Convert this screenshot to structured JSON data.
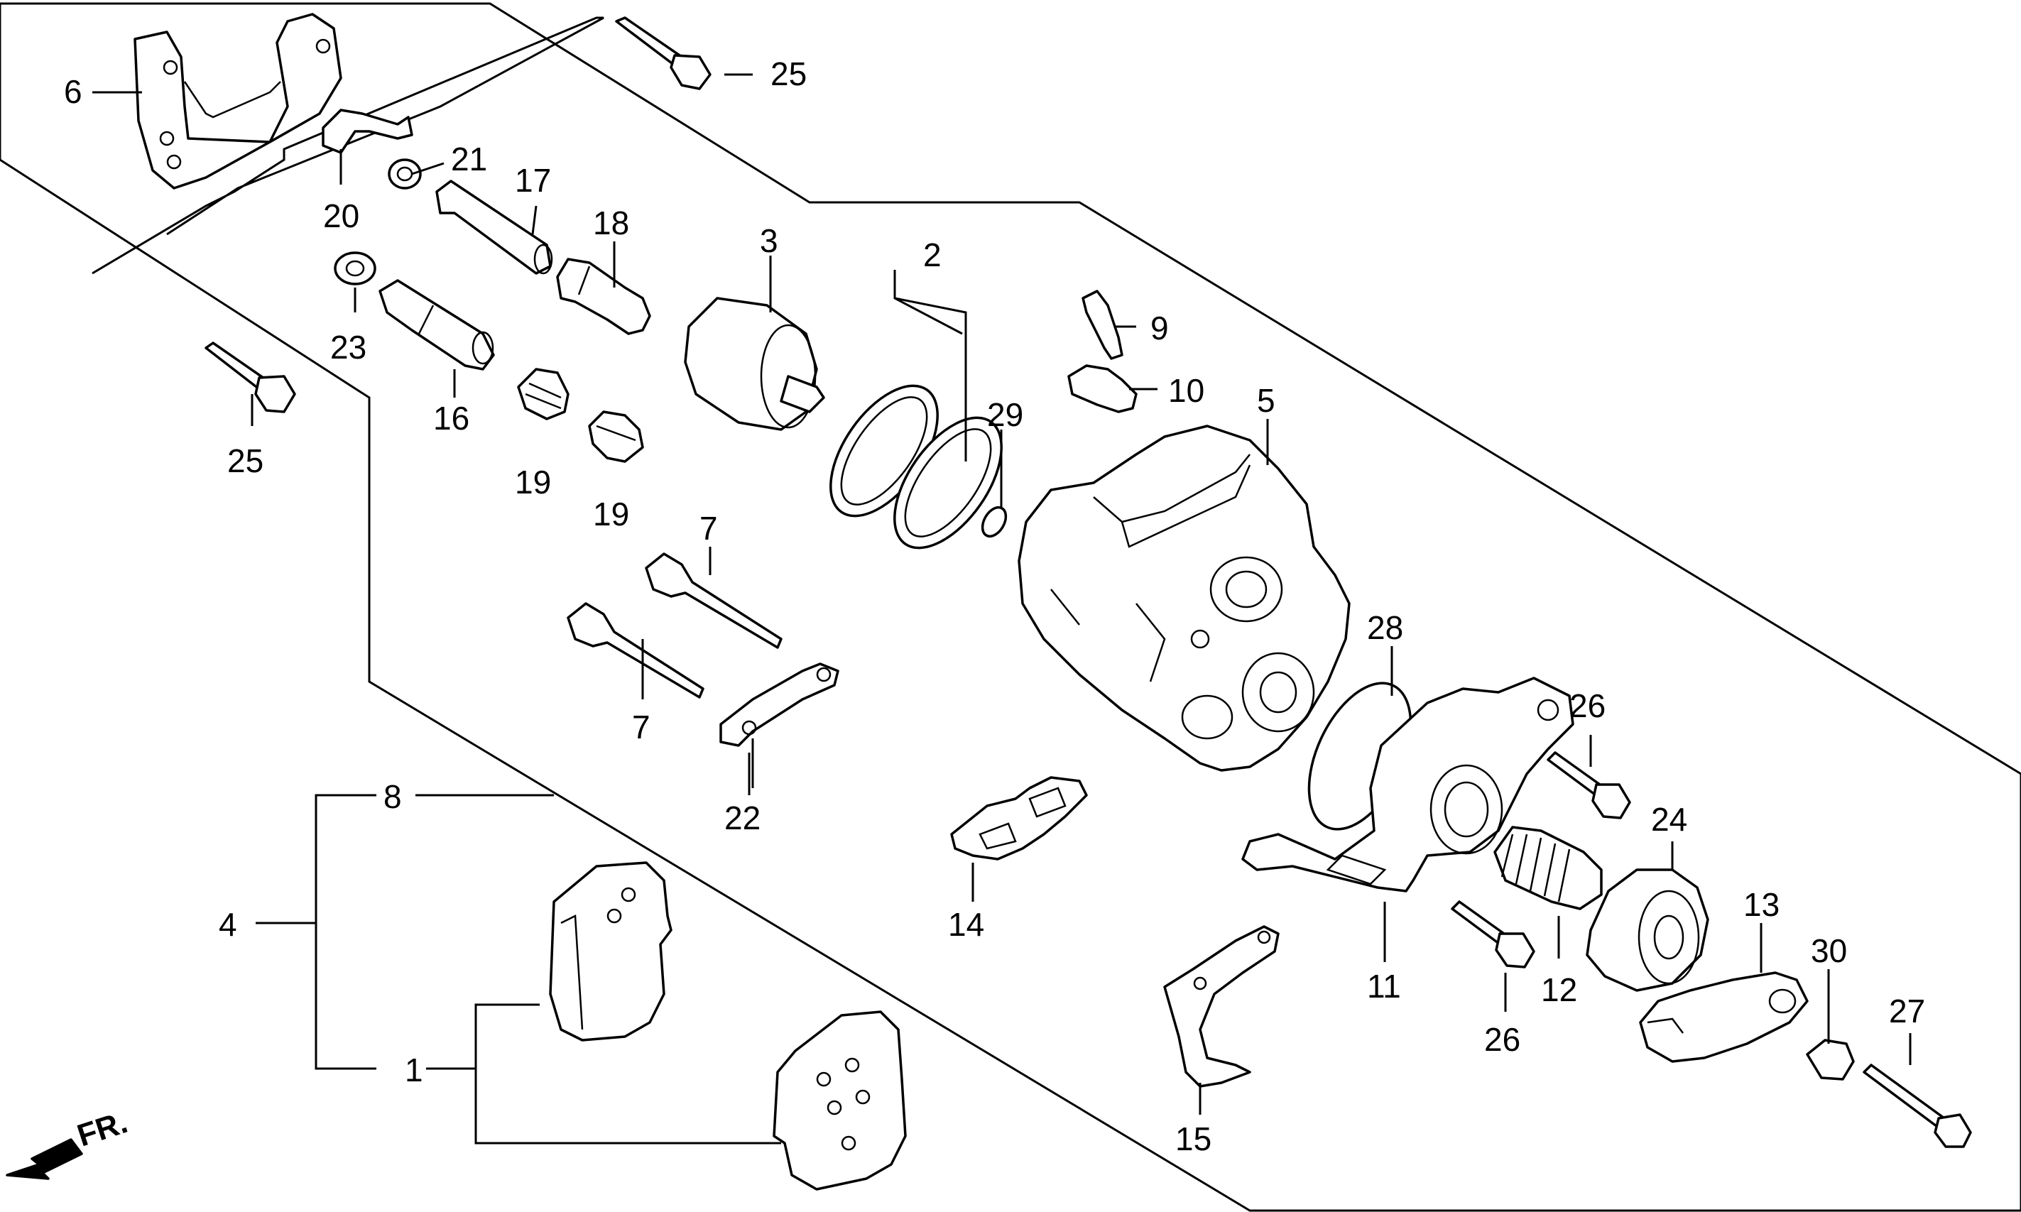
{
  "diagram": {
    "direction_label": "FR.",
    "part_labels": {
      "p1": "1",
      "p2": "2",
      "p3": "3",
      "p4": "4",
      "p5": "5",
      "p6": "6",
      "p7a": "7",
      "p7b": "7",
      "p8": "8",
      "p9": "9",
      "p10": "10",
      "p11": "11",
      "p12": "12",
      "p13": "13",
      "p14": "14",
      "p15": "15",
      "p16": "16",
      "p17": "17",
      "p18": "18",
      "p19a": "19",
      "p19b": "19",
      "p20": "20",
      "p21": "21",
      "p22": "22",
      "p23": "23",
      "p24": "24",
      "p25a": "25",
      "p25b": "25",
      "p26a": "26",
      "p26b": "26",
      "p27": "27",
      "p28": "28",
      "p29": "29",
      "p30": "30"
    }
  }
}
